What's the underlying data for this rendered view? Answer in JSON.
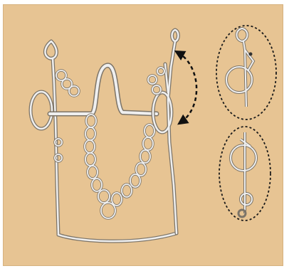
{
  "image": {
    "subject": "bit-with-chain-illustration",
    "insets": [
      "upper-cheek-detail",
      "lower-cheek-detail"
    ],
    "colors": {
      "background": "#e7c493",
      "metal_stroke": "#efefef",
      "metal_outline": "#7c7468",
      "arrow": "#111111",
      "dotted_outline": "#1a1a1a"
    }
  }
}
